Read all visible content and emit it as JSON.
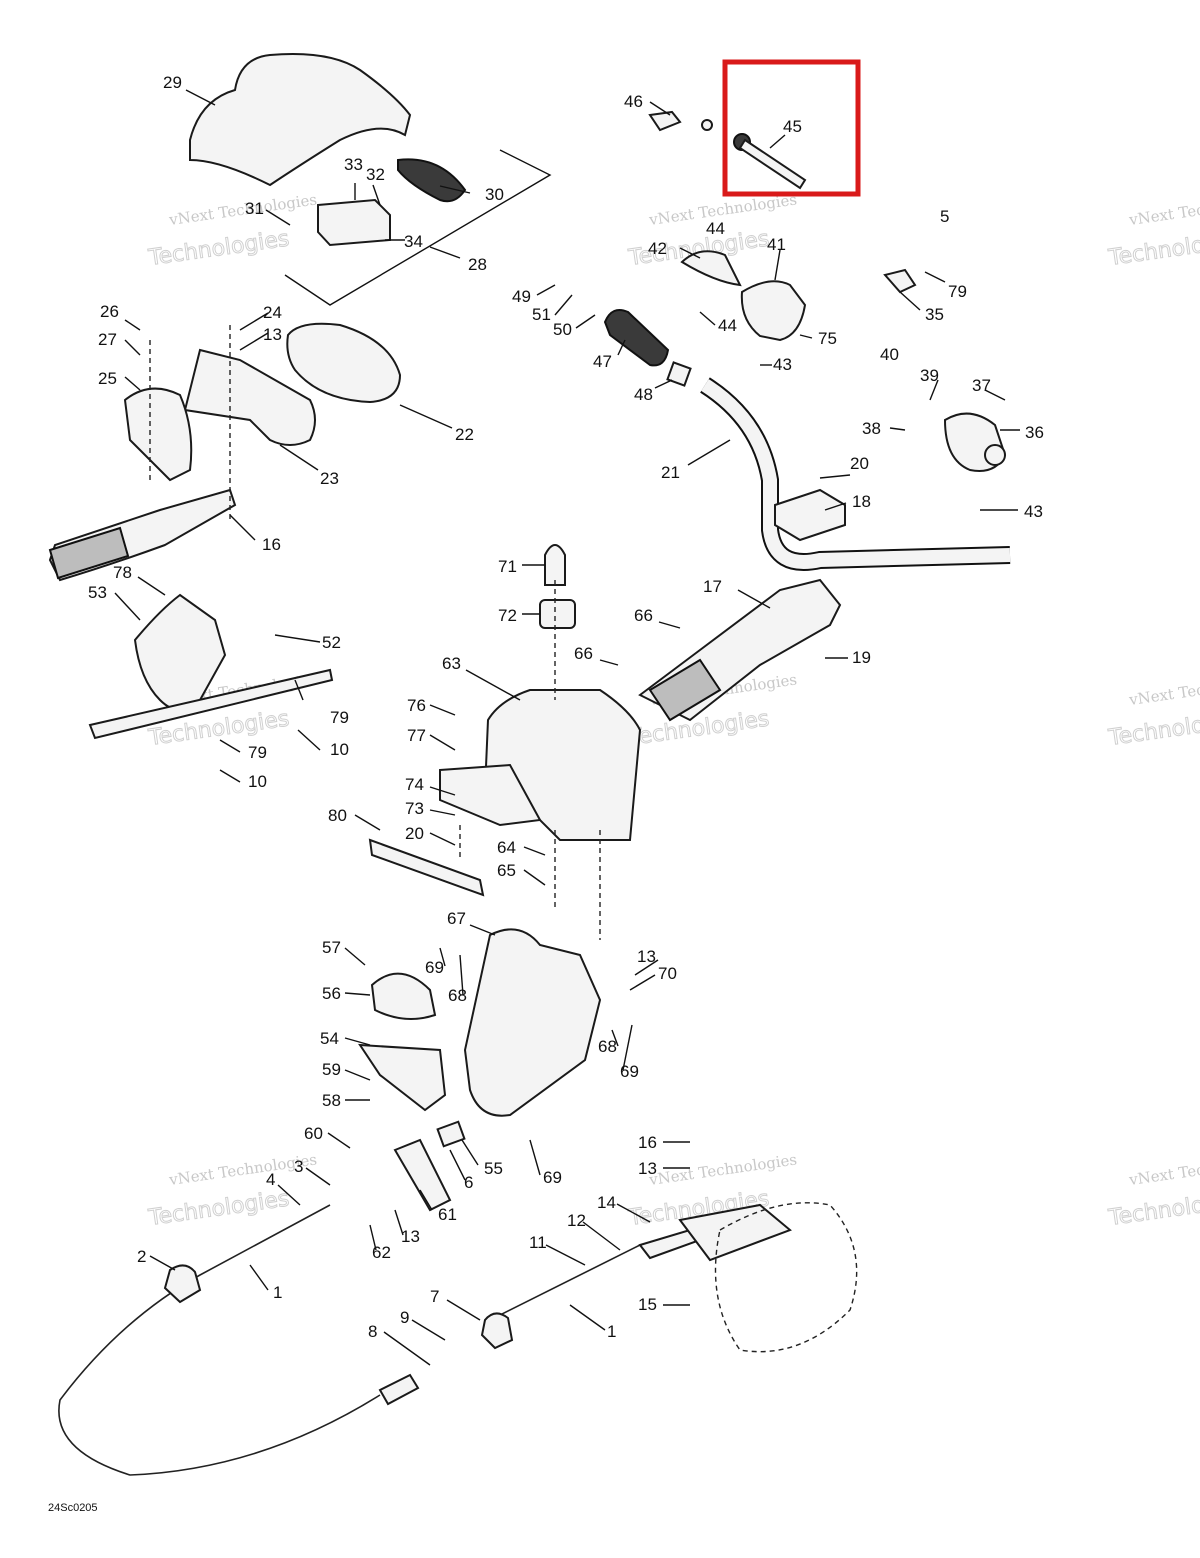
{
  "diagram": {
    "drawing_code": "24Sc0205",
    "callouts": [
      "1",
      "2",
      "3",
      "4",
      "5",
      "6",
      "7",
      "8",
      "9",
      "10",
      "11",
      "12",
      "13",
      "14",
      "15",
      "16",
      "17",
      "18",
      "19",
      "20",
      "21",
      "22",
      "23",
      "24",
      "25",
      "26",
      "27",
      "28",
      "29",
      "30",
      "31",
      "32",
      "33",
      "34",
      "35",
      "36",
      "37",
      "38",
      "39",
      "40",
      "41",
      "42",
      "43",
      "44",
      "45",
      "46",
      "47",
      "48",
      "49",
      "50",
      "51",
      "52",
      "53",
      "54",
      "55",
      "56",
      "57",
      "58",
      "59",
      "60",
      "61",
      "62",
      "63",
      "64",
      "65",
      "66",
      "67",
      "68",
      "69",
      "70",
      "71",
      "72",
      "73",
      "74",
      "75",
      "76",
      "77",
      "78",
      "79",
      "80"
    ],
    "highlight": {
      "part": "45",
      "color": "#d91a1a"
    },
    "watermark": {
      "line1": "vNext Technologies",
      "line2": "Technologies",
      "color": "#c8c8c8"
    }
  }
}
